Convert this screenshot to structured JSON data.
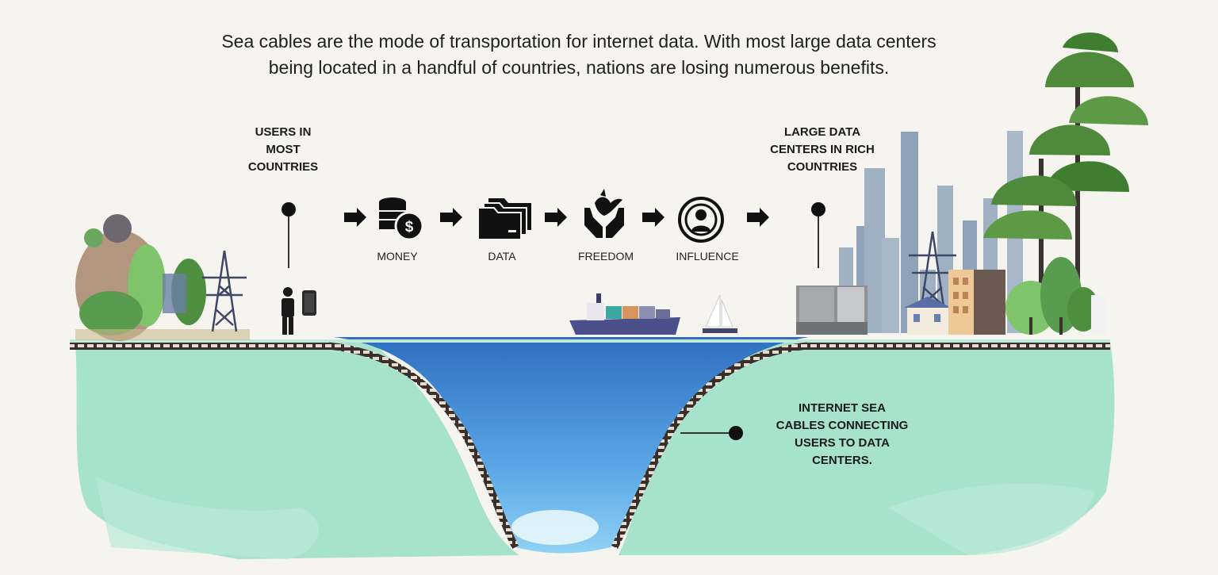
{
  "headline": {
    "line1": "Sea cables are the mode of transportation for internet data. With most large data centers",
    "line2": "being located in a handful of countries, nations are losing numerous benefits."
  },
  "callouts": {
    "users": {
      "line1": "USERS IN",
      "line2": "MOST",
      "line3": "COUNTRIES"
    },
    "datacenters": {
      "line1": "LARGE DATA",
      "line2": "CENTERS IN RICH",
      "line3": "COUNTRIES"
    },
    "cables": {
      "line1": "INTERNET SEA",
      "line2": "CABLES CONNECTING",
      "line3": "USERS TO DATA",
      "line4": "CENTERS."
    }
  },
  "flow": [
    {
      "label": "MONEY",
      "icon": "coins-icon"
    },
    {
      "label": "DATA",
      "icon": "folders-icon"
    },
    {
      "label": "FREEDOM",
      "icon": "hands-dove-icon"
    },
    {
      "label": "INFLUENCE",
      "icon": "broadcast-person-icon"
    }
  ],
  "colors": {
    "land": "#9fe0c8",
    "sea_top": "#2f6fc0",
    "sea_bottom": "#7fc8f2",
    "cable": "#3a2f2f",
    "ink": "#1a1a1a"
  }
}
